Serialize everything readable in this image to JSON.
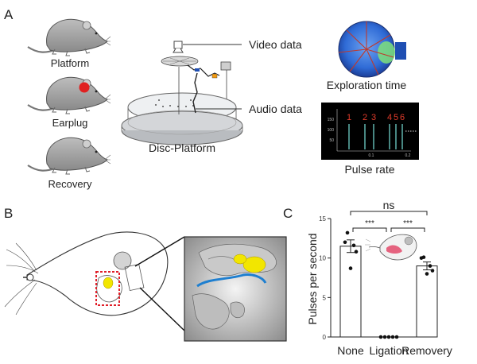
{
  "panels": {
    "a": "A",
    "b": "B",
    "c": "C"
  },
  "panel_a": {
    "conditions": [
      "Platform",
      "Earplug",
      "Recovery"
    ],
    "apparatus_label": "Disc-Platform",
    "video_label": "Video data",
    "audio_label": "Audio data",
    "exploration_label": "Exploration time",
    "pulse_rate_label": "Pulse rate",
    "pulse_numbers": [
      "1",
      "2",
      "3",
      "4",
      "5",
      "6"
    ],
    "pulse_x_ticks": [
      "0.1",
      "0.2"
    ],
    "colors": {
      "earplug": "#e02020",
      "pulse_numbers": "#e23b2b",
      "pulse_lines": "#6fd0c8",
      "disc_blue": "#2f6bd6",
      "disc_radials": "#c0392b",
      "speaker": "#1f4fb3"
    }
  },
  "panel_b": {
    "colors": {
      "highlight": "#f2e600",
      "vessel": "#1e7fd0",
      "ligation": "#e0202a"
    }
  },
  "chart_data": {
    "type": "bar",
    "categories": [
      "None",
      "Ligation",
      "Removery"
    ],
    "values": [
      11.5,
      0.0,
      9.0
    ],
    "errors": [
      0.8,
      0.0,
      0.5
    ],
    "points": [
      [
        13.2,
        12.0,
        11.6,
        10.8,
        8.7
      ],
      [
        0,
        0,
        0,
        0,
        0
      ],
      [
        10.1,
        10.0,
        9.0,
        8.4,
        8.0
      ]
    ],
    "ylabel": "Pulses per second",
    "ylim": [
      0,
      15
    ],
    "yticks": [
      "0",
      "5",
      "10",
      "15"
    ],
    "significance": [
      {
        "from": 0,
        "to": 2,
        "label": "ns"
      },
      {
        "from": 0,
        "to": 1,
        "label": "***"
      },
      {
        "from": 1,
        "to": 2,
        "label": "***"
      }
    ]
  }
}
